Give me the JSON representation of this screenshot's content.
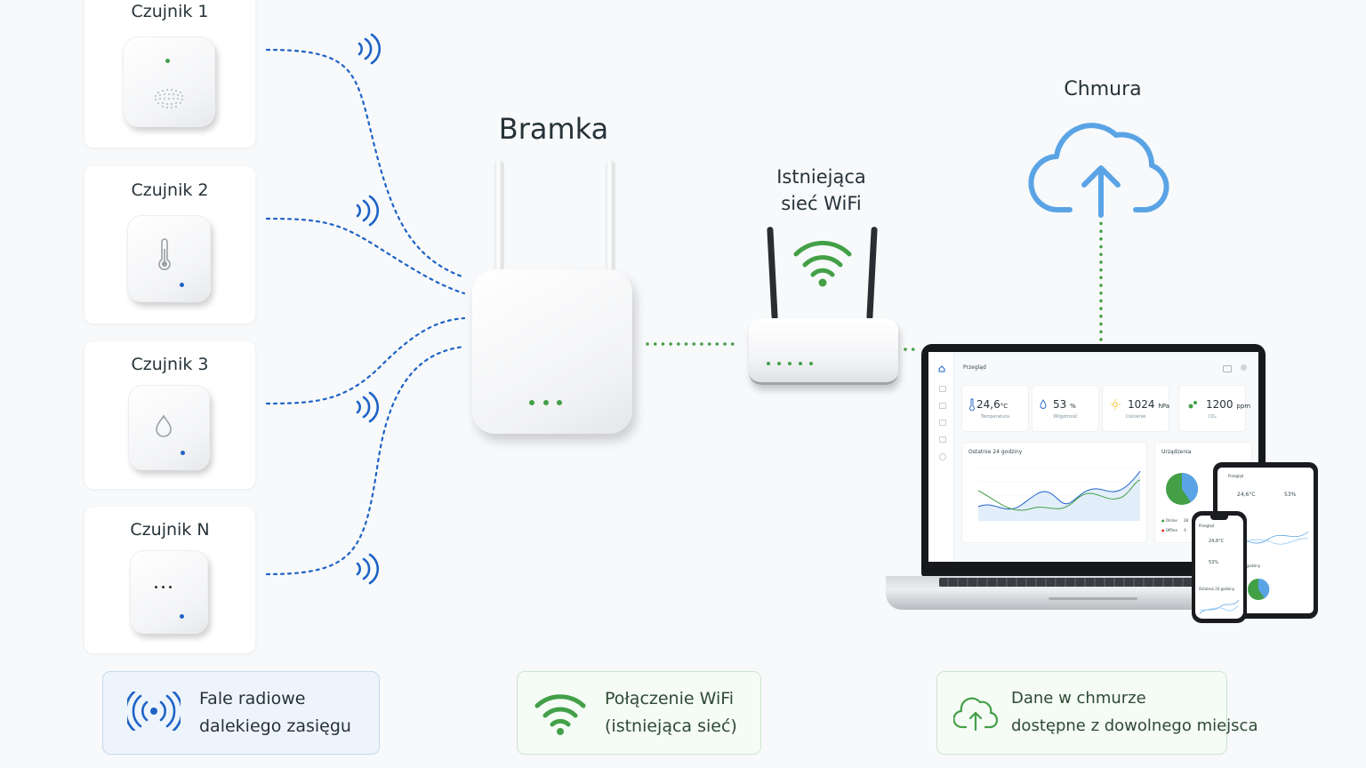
{
  "colors": {
    "radio": "#1e63c6",
    "wifi": "#43a047",
    "cloud": "#5aa4e6",
    "led_green": "#43a047",
    "led_blue": "#1e63c6"
  },
  "sensors": [
    {
      "title": "Czujnik 1",
      "icon": "speaker-grille-icon"
    },
    {
      "title": "Czujnik 2",
      "icon": "thermometer-icon"
    },
    {
      "title": "Czujnik 3",
      "icon": "water-drop-icon"
    },
    {
      "title": "Czujnik N",
      "icon": "ellipsis-icon"
    }
  ],
  "gateway": {
    "label": "Bramka"
  },
  "router": {
    "label_line1": "Istniejąca",
    "label_line2": "sieć WiFi"
  },
  "cloud": {
    "label": "Chmura"
  },
  "dashboard": {
    "title": "Przegląd",
    "kpis": [
      {
        "value": "24,6",
        "unit": "°C",
        "label": "Temperatura",
        "icon": "thermometer-icon"
      },
      {
        "value": "53",
        "unit": "%",
        "label": "Wilgotność",
        "icon": "water-drop-icon"
      },
      {
        "value": "1024",
        "unit": "hPa",
        "label": "Ciśnienie",
        "icon": "sun-icon"
      },
      {
        "value": "1200",
        "unit": "ppm",
        "label": "CO₂",
        "icon": "co2-icon"
      }
    ],
    "chart_title": "Ostatnie 24 godziny",
    "devices_title": "Urządzenia",
    "devices": [
      {
        "label": "Online",
        "count": "28"
      },
      {
        "label": "Offline",
        "count": "4"
      }
    ]
  },
  "tablet": {
    "title": "Przegląd",
    "temp": "24,6°C",
    "hum": "53%",
    "chart_title": "Ostatnie 24 godziny"
  },
  "phone": {
    "title": "Przegląd",
    "temp": "24,6°C",
    "hum": "53%",
    "chart_title": "Ostatnie 24 godziny"
  },
  "legend": [
    {
      "line1": "Fale radiowe",
      "line2": "dalekiego zasięgu",
      "icon": "radio-waves-icon"
    },
    {
      "line1": "Połączenie WiFi",
      "line2": "(istniejąca sieć)",
      "icon": "wifi-icon"
    },
    {
      "line1": "Dane w chmurze",
      "line2": "dostępne z dowolnego miejsca",
      "icon": "cloud-upload-icon"
    }
  ]
}
